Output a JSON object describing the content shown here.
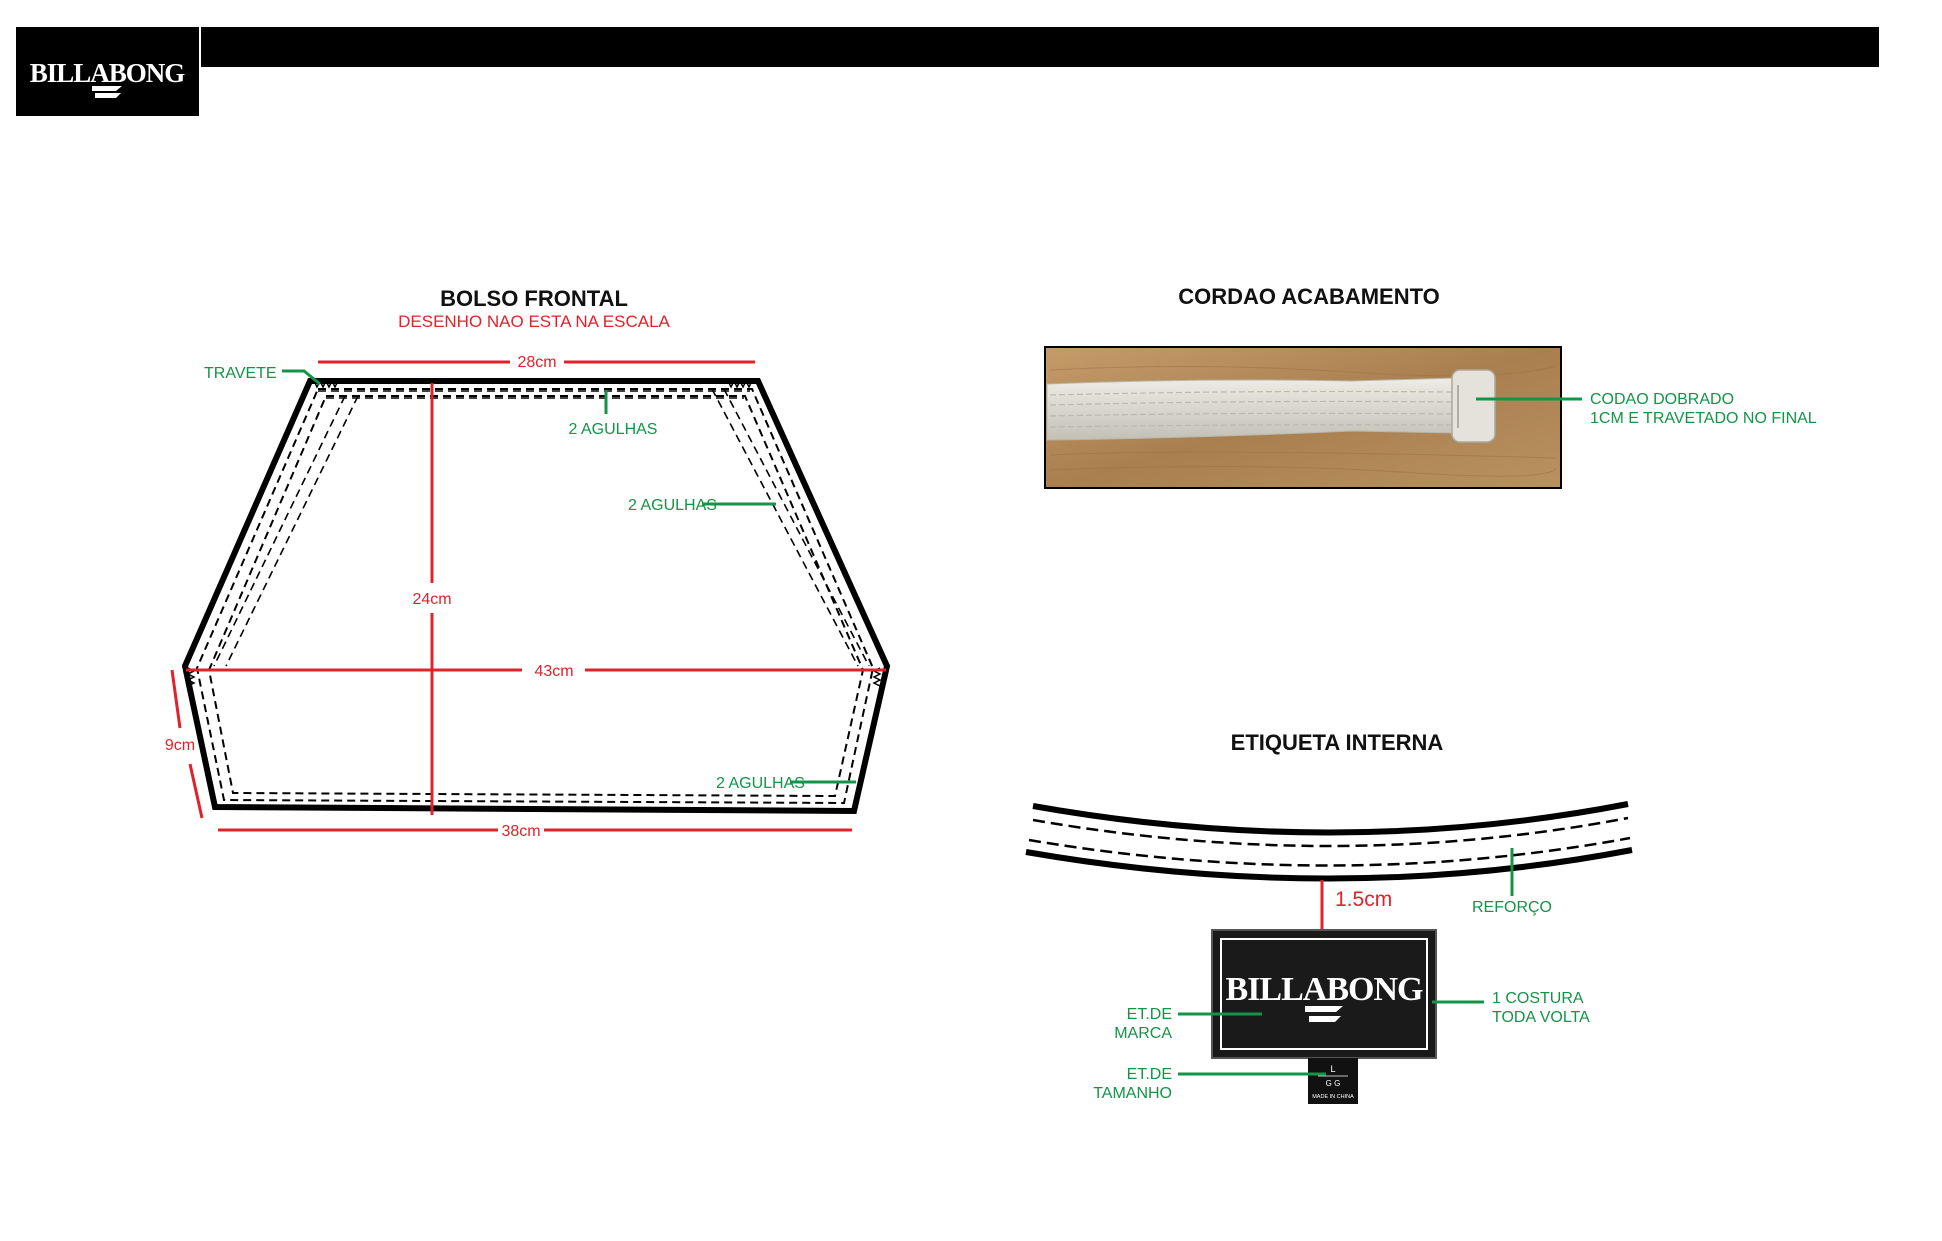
{
  "header": {
    "brand_logo": "BILLABONG",
    "bar_color": "#000000"
  },
  "bolso_frontal": {
    "title": "BOLSO FRONTAL",
    "subtitle": "DESENHO NAO ESTA NA ESCALA",
    "dimensions": {
      "top_width": "28cm",
      "height": "24cm",
      "mid_width": "43cm",
      "side_height": "9cm",
      "bottom_width": "38cm"
    },
    "callouts": {
      "travete": "TRAVETE",
      "agulhas_top": "2 AGULHAS",
      "agulhas_side": "2 AGULHAS",
      "agulhas_bottom": "2 AGULHAS"
    }
  },
  "cordao": {
    "title": "CORDAO ACABAMENTO",
    "callout_line1": "CODAO DOBRADO",
    "callout_line2": "1CM E TRAVETADO NO FINAL"
  },
  "etiqueta": {
    "title": "ETIQUETA INTERNA",
    "distance": "1.5cm",
    "reforco": "REFORÇO",
    "costura_line1": "1 COSTURA",
    "costura_line2": "TODA VOLTA",
    "marca_line1": "ET.DE",
    "marca_line2": "MARCA",
    "tamanho_line1": "ET.DE",
    "tamanho_line2": "TAMANHO",
    "label_logo": "BILLABONG",
    "size_tag": {
      "size_l": "L",
      "size_gg": "G G",
      "origin": "MADE IN CHINA"
    }
  },
  "colors": {
    "dimension": "#e0232a",
    "callout": "#149447",
    "outline": "#000000",
    "cord_background": "#b08a5c",
    "cord": "#dcdad2"
  }
}
